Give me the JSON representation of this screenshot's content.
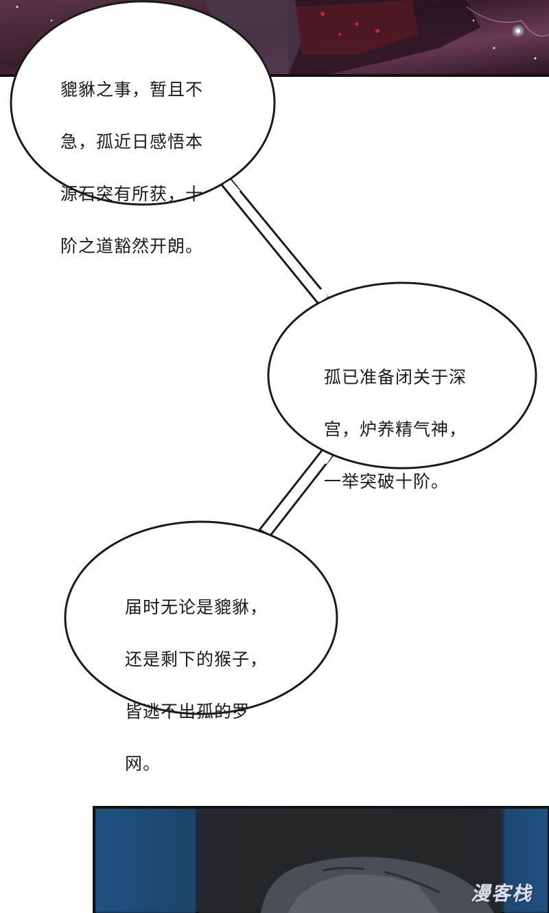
{
  "bubbles": [
    {
      "lines": [
        "貔貅之事，暂且不",
        "急，孤近日感悟本",
        "源石突有所获，十",
        "阶之道豁然开朗。"
      ]
    },
    {
      "lines": [
        "孤已准备闭关于深",
        "宫，炉养精气神，",
        "一举突破十阶。"
      ]
    },
    {
      "lines": [
        "届时无论是貔貅，",
        "还是剩下的猴子，",
        "皆逃不出孤的罗",
        "网。"
      ]
    }
  ],
  "watermark": "漫客栈",
  "colors": {
    "top_panel": "#3a2230",
    "bottom_panel": "#1f2a3c",
    "bubble_stroke": "#1a1a1a"
  }
}
